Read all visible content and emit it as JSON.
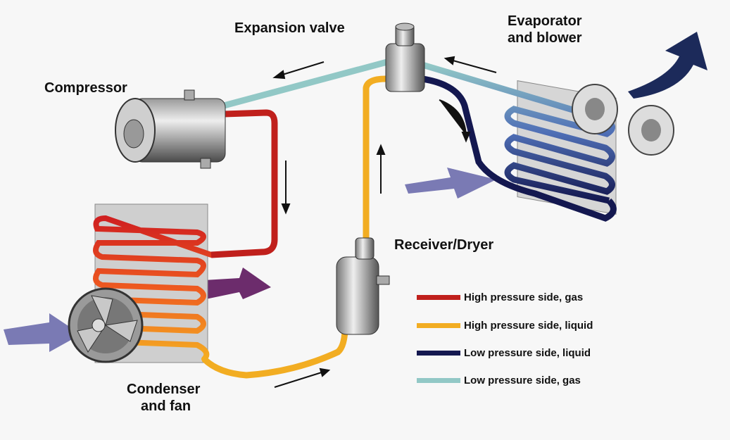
{
  "labels": {
    "expansion_valve": "Expansion valve",
    "evaporator_line1": "Evaporator",
    "evaporator_line2": "and blower",
    "compressor": "Compressor",
    "receiver_dryer": "Receiver/Dryer",
    "condenser_line1": "Condenser",
    "condenser_line2": "and fan"
  },
  "legend": [
    {
      "label": "High pressure side, gas",
      "color": "#c0201c"
    },
    {
      "label": "High pressure side, liquid",
      "color": "#f2ad22"
    },
    {
      "label": "Low pressure side, liquid",
      "color": "#141850"
    },
    {
      "label": "Low pressure side, gas",
      "color": "#92c8c6"
    }
  ],
  "colors": {
    "airflow_in": "#7474b0",
    "airflow_hot": "#6a2a6a",
    "airflow_cold": "#1c2a5a"
  }
}
